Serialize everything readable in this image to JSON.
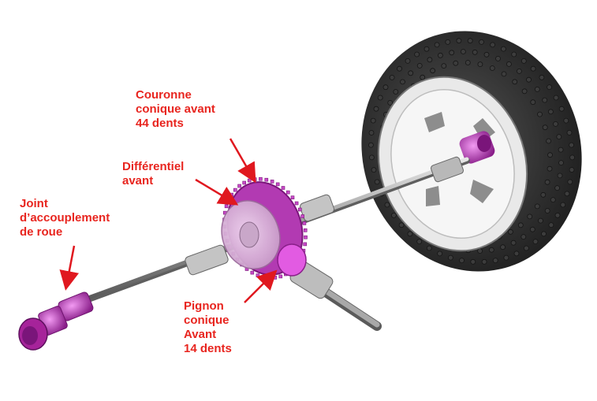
{
  "colors": {
    "label": "#e8251f",
    "arrow": "#e0181f",
    "background": "#ffffff",
    "tire": "#2a2a2a",
    "hub_magenta": "#b531b5",
    "shaft_grey": "#9c9c9c"
  },
  "labels": {
    "couronne": [
      "Couronne",
      "conique avant",
      "44 dents"
    ],
    "differentiel": [
      "Différentiel",
      "avant"
    ],
    "joint": [
      "Joint",
      "d’accouplement",
      "de roue"
    ],
    "pignon": [
      "Pignon",
      "conique",
      "Avant",
      "14 dents"
    ]
  },
  "icons": {
    "arrow": "arrow-icon",
    "wheel": "wheel-icon"
  }
}
